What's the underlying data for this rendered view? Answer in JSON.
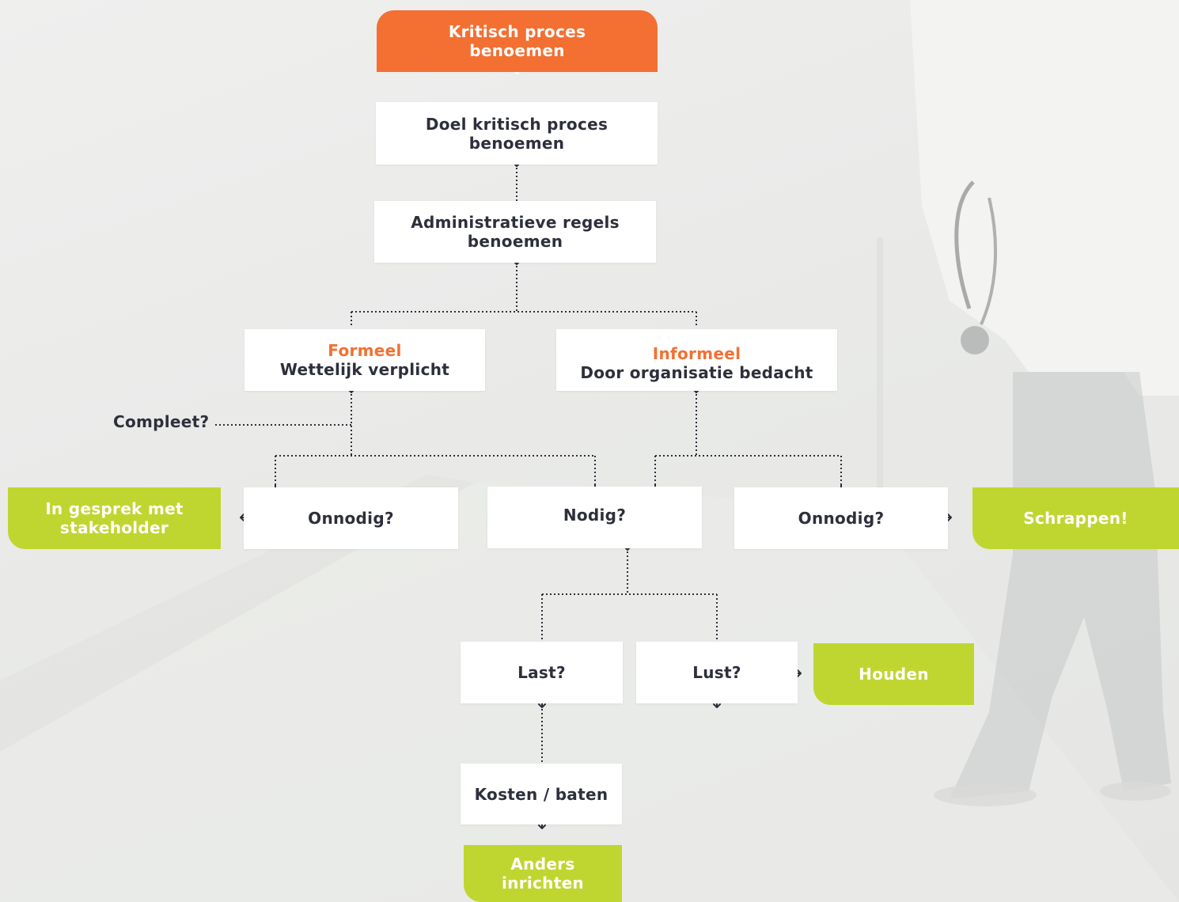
{
  "nodes": {
    "kritisch_proces": "Kritisch proces benoemen",
    "doel": "Doel kritisch proces benoemen",
    "administratieve_regels": "Administratieve regels benoemen",
    "formeel_title": "Formeel",
    "formeel_sub": "Wettelijk verplicht",
    "informeel_title": "Informeel",
    "informeel_sub": "Door organisatie bedacht",
    "compleet": "Compleet?",
    "onnodig_left": "Onnodig?",
    "nodig": "Nodig?",
    "onnodig_right": "Onnodig?",
    "in_gesprek": "In gesprek met stakeholder",
    "schrappen": "Schrappen!",
    "last": "Last?",
    "lust": "Lust?",
    "houden": "Houden",
    "kosten_baten": "Kosten / baten",
    "anders_inrichten": "Anders inrichten"
  },
  "colors": {
    "accent_orange": "#f37032",
    "accent_green": "#bfd630",
    "text_dark": "#2d2f3b"
  }
}
